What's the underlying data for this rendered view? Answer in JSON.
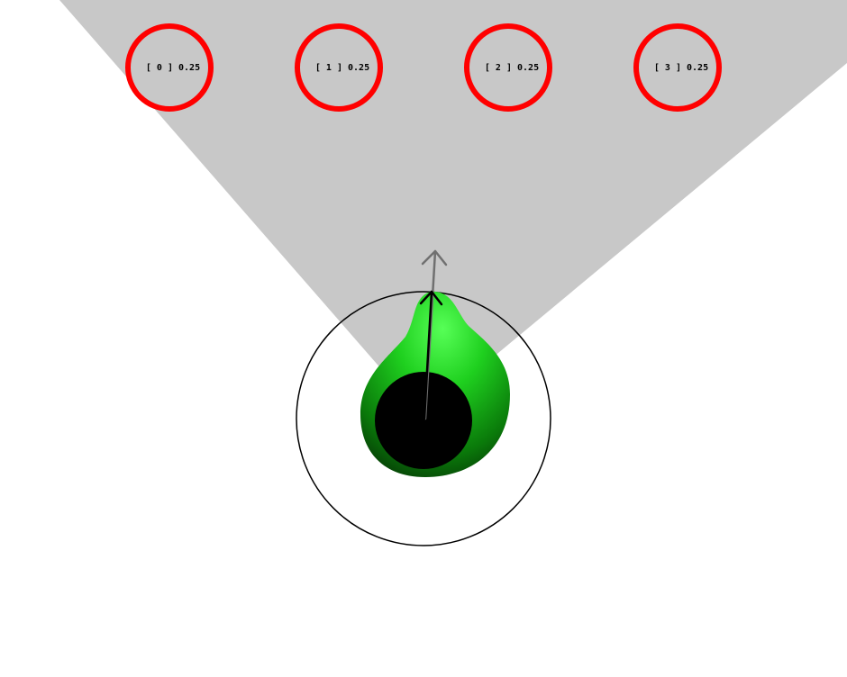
{
  "scene": {
    "background_color": "#ffffff",
    "vision_cone_color": "#c8c8c8",
    "target_ring_color": "#ff0000",
    "target_label_color": "#000000",
    "agent_body_color": "#000000",
    "heading_arrow_color": "#707070",
    "direction_arrow_color": "#000000",
    "range_circle_color": "#000000",
    "attention_blob_colors": [
      "#57ff57",
      "#1fd01f",
      "#0a7a0a",
      "#052e05"
    ]
  },
  "targets": [
    {
      "index": "0",
      "label": "[ 0 ] 0.25"
    },
    {
      "index": "1",
      "label": "[ 1 ] 0.25"
    },
    {
      "index": "2",
      "label": "[ 2 ] 0.25"
    },
    {
      "index": "3",
      "label": "[ 3 ] 0.25"
    }
  ]
}
